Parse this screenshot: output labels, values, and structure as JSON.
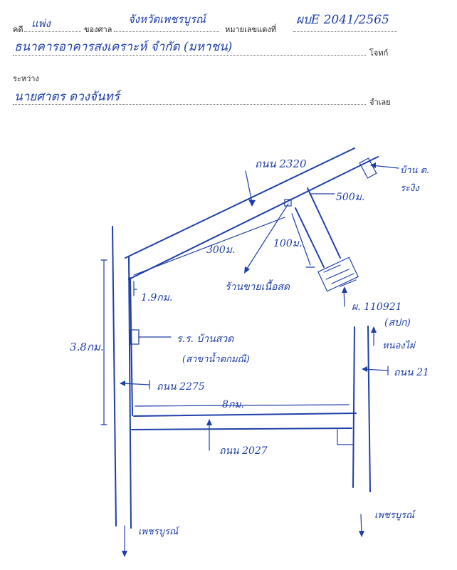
{
  "header": {
    "case_label": "คดี",
    "case_type": "แพ่ง",
    "court_label": "ของศาล",
    "court_name": "จังหวัดเพชรบูรณ์",
    "black_number_label": "หมายเลขแดงที่",
    "black_number": "ผบE 2041/2565",
    "plaintiff": "ธนาคารอาคารสงเคราะห์ จำกัด (มหาชน)",
    "plaintiff_label": "โจทก์",
    "between_label": "ระหว่าง",
    "defendant": "นายศาตร ดวงจันทร์",
    "defendant_label": "จำเลย"
  },
  "map": {
    "road_2320": "ถนน 2320",
    "ban_kamnan": "บ้าน ต.",
    "ban_kamnan_2": "ระงิง",
    "dist_500": "500ม.",
    "dist_300": "300ม.",
    "dist_100": "100ม.",
    "shop": "ร้านขายเนื้อสด",
    "dist_1_9": "1.9กม.",
    "dist_3_8": "3.8กม.",
    "school": "ร.ร. บ้านสวด",
    "school_sub": "(สาขาน้ำตกมณี)",
    "plot": "ผ. 110921",
    "plot_sub": "(สปก)",
    "nong_pai": "หนองไผ่",
    "road_2275": "ถนน 2275",
    "road_21": "ถนน 21",
    "dist_8": "8กม.",
    "road_2027": "ถนน 2027",
    "phetchabun_left": "เพชรบูรณ์",
    "phetchabun_right": "เพชรบูรณ์"
  }
}
